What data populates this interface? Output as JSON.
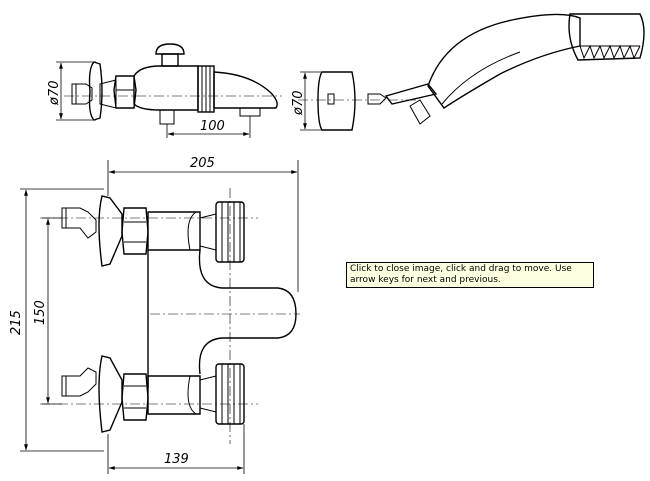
{
  "drawing": {
    "dims": {
      "top_left_diameter": "ø70",
      "top_left_spout": "100",
      "top_right_diameter": "ø70",
      "overall_width": "205",
      "overall_height": "215",
      "inlet_spacing": "150",
      "outlet_depth": "139"
    }
  },
  "tooltip": {
    "text": "Click to close image, click and drag to move. Use arrow keys for next and previous."
  }
}
